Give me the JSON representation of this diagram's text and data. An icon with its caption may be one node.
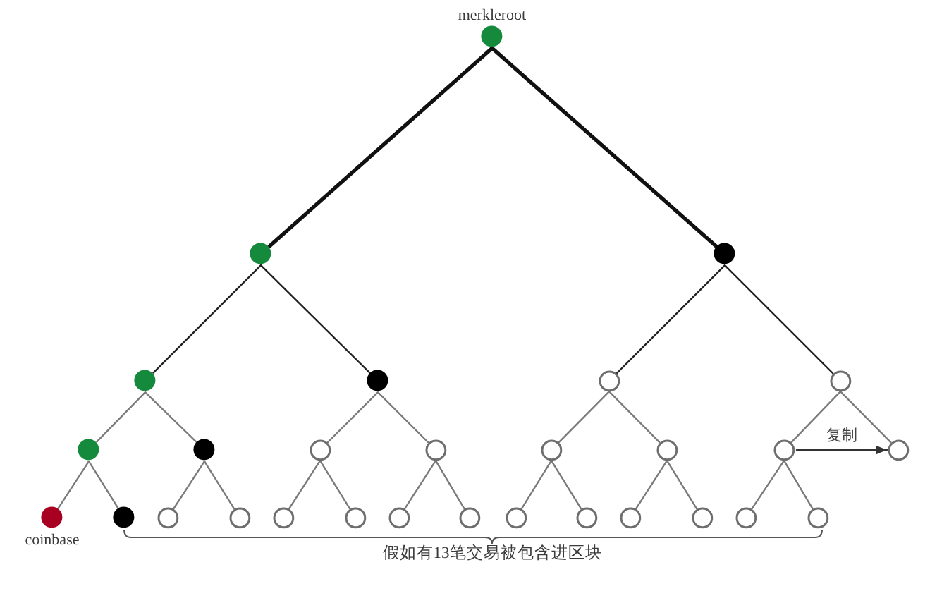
{
  "diagram": {
    "nodes": [
      {
        "text": [],
        "shape": "circle",
        "beside": [
          "merkleroot"
        ]
      },
      {
        "text": [],
        "shape": "circle"
      },
      {
        "text": [],
        "shape": "circle"
      },
      {
        "text": [],
        "shape": "circle"
      },
      {
        "text": [],
        "shape": "circle"
      },
      {
        "text": [],
        "shape": "circle"
      },
      {
        "text": [],
        "shape": "circle"
      },
      {
        "text": [],
        "shape": "circle"
      },
      {
        "text": [],
        "shape": "circle"
      },
      {
        "text": [],
        "shape": "circle"
      },
      {
        "text": [],
        "shape": "circle"
      },
      {
        "text": [],
        "shape": "circle"
      },
      {
        "text": [],
        "shape": "circle"
      },
      {
        "text": [],
        "shape": "circle"
      },
      {
        "text": [],
        "shape": "circle"
      },
      {
        "text": [],
        "shape": "circle",
        "beside": [
          "coinbase"
        ]
      },
      {
        "text": [],
        "shape": "circle"
      },
      {
        "text": [],
        "shape": "circle"
      },
      {
        "text": [],
        "shape": "circle"
      },
      {
        "text": [],
        "shape": "circle"
      },
      {
        "text": [],
        "shape": "circle"
      },
      {
        "text": [],
        "shape": "circle"
      },
      {
        "text": [],
        "shape": "circle"
      },
      {
        "text": [],
        "shape": "circle"
      },
      {
        "text": [],
        "shape": "circle"
      },
      {
        "text": [],
        "shape": "circle"
      },
      {
        "text": [],
        "shape": "circle"
      },
      {
        "text": [],
        "shape": "circle"
      },
      {
        "text": [],
        "shape": "circle"
      }
    ],
    "edges": [
      {
        "from": 0,
        "to": 1,
        "arrow": "none",
        "style": "thick",
        "color": "#111111"
      },
      {
        "from": 0,
        "to": 2,
        "arrow": "none",
        "style": "thick",
        "color": "#111111"
      },
      {
        "from": 1,
        "to": 3,
        "arrow": "none",
        "color": "#222222"
      },
      {
        "from": 1,
        "to": 4,
        "arrow": "none",
        "color": "#222222"
      },
      {
        "from": 2,
        "to": 5,
        "arrow": "none",
        "color": "#222222"
      },
      {
        "from": 2,
        "to": 6,
        "arrow": "none",
        "color": "#222222"
      },
      {
        "from": 3,
        "to": 7,
        "arrow": "none"
      },
      {
        "from": 3,
        "to": 8,
        "arrow": "none"
      },
      {
        "from": 4,
        "to": 9,
        "arrow": "none"
      },
      {
        "from": 4,
        "to": 10,
        "arrow": "none"
      },
      {
        "from": 5,
        "to": 11,
        "arrow": "none"
      },
      {
        "from": 5,
        "to": 12,
        "arrow": "none"
      },
      {
        "from": 6,
        "to": 13,
        "arrow": "none"
      },
      {
        "from": 6,
        "to": 14,
        "arrow": "none"
      },
      {
        "from": 7,
        "to": 15,
        "arrow": "none"
      },
      {
        "from": 7,
        "to": 16,
        "arrow": "none"
      },
      {
        "from": 8,
        "to": 17,
        "arrow": "none"
      },
      {
        "from": 8,
        "to": 18,
        "arrow": "none"
      },
      {
        "from": 9,
        "to": 19,
        "arrow": "none"
      },
      {
        "from": 9,
        "to": 20,
        "arrow": "none"
      },
      {
        "from": 10,
        "to": 21,
        "arrow": "none"
      },
      {
        "from": 10,
        "to": 22,
        "arrow": "none"
      },
      {
        "from": 11,
        "to": 23,
        "arrow": "none"
      },
      {
        "from": 11,
        "to": 24,
        "arrow": "none"
      },
      {
        "from": 12,
        "to": 25,
        "arrow": "none"
      },
      {
        "from": 12,
        "to": 26,
        "arrow": "none"
      },
      {
        "from": 13,
        "to": 27,
        "arrow": "none"
      },
      {
        "from": 13,
        "to": 28,
        "arrow": "none"
      },
      {
        "from": 13,
        "to": 14,
        "arrow": "to",
        "label": "复制",
        "color": "#333333"
      }
    ],
    "labels": [
      "假如有13笔交易被包含进区块"
    ]
  }
}
